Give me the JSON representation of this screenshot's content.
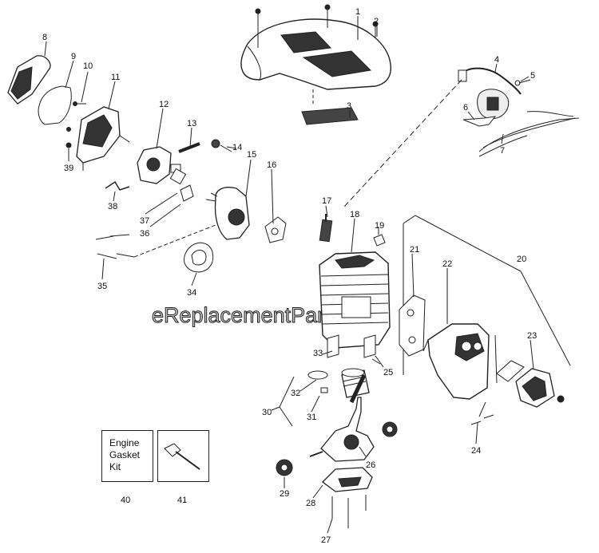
{
  "watermark": "eReplacementParts.com",
  "kit_label": [
    "Engine",
    "Gasket",
    "Kit"
  ],
  "callouts": [
    "1",
    "2",
    "3",
    "4",
    "5",
    "6",
    "7",
    "8",
    "9",
    "10",
    "11",
    "12",
    "13",
    "14",
    "15",
    "16",
    "17",
    "18",
    "19",
    "20",
    "21",
    "22",
    "23",
    "24",
    "25",
    "26",
    "27",
    "28",
    "29",
    "30",
    "31",
    "32",
    "33",
    "34",
    "35",
    "36",
    "37",
    "38",
    "39",
    "40",
    "41"
  ]
}
